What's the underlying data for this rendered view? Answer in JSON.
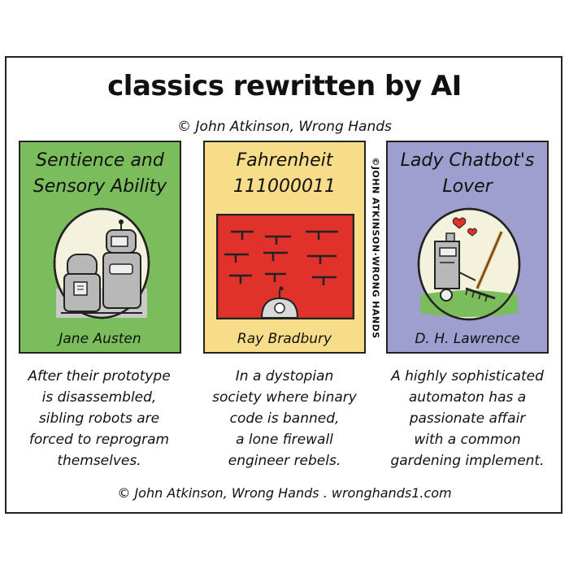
{
  "title": "classics rewritten by AI",
  "credit_top": "© John Atkinson, Wrong Hands",
  "vertical_credit": "©JOHN ATKINSON·WRONG HANDS",
  "books": [
    {
      "title_line1": "Sentience and",
      "title_line2": "Sensory Ability",
      "author": "Jane Austen",
      "cover_color": "#7bbd5c",
      "description": [
        "After their prototype",
        "is disassembled,",
        "sibling robots are",
        "forced to reprogram",
        "themselves."
      ]
    },
    {
      "title_line1": "Fahrenheit",
      "title_line2": "111000011",
      "author": "Ray Bradbury",
      "cover_color": "#f7dc8a",
      "description": [
        "In a dystopian",
        "society where binary",
        "code is banned,",
        "a lone firewall",
        "engineer rebels."
      ]
    },
    {
      "title_line1": "Lady Chatbot's",
      "title_line2": "Lover",
      "author": "D. H. Lawrence",
      "cover_color": "#9f9fcf",
      "description": [
        "A highly sophisticated",
        "automaton has a",
        "passionate affair",
        "with a common",
        "gardening implement."
      ]
    }
  ],
  "credit_bottom": "© John Atkinson, Wrong Hands . wronghands1.com"
}
